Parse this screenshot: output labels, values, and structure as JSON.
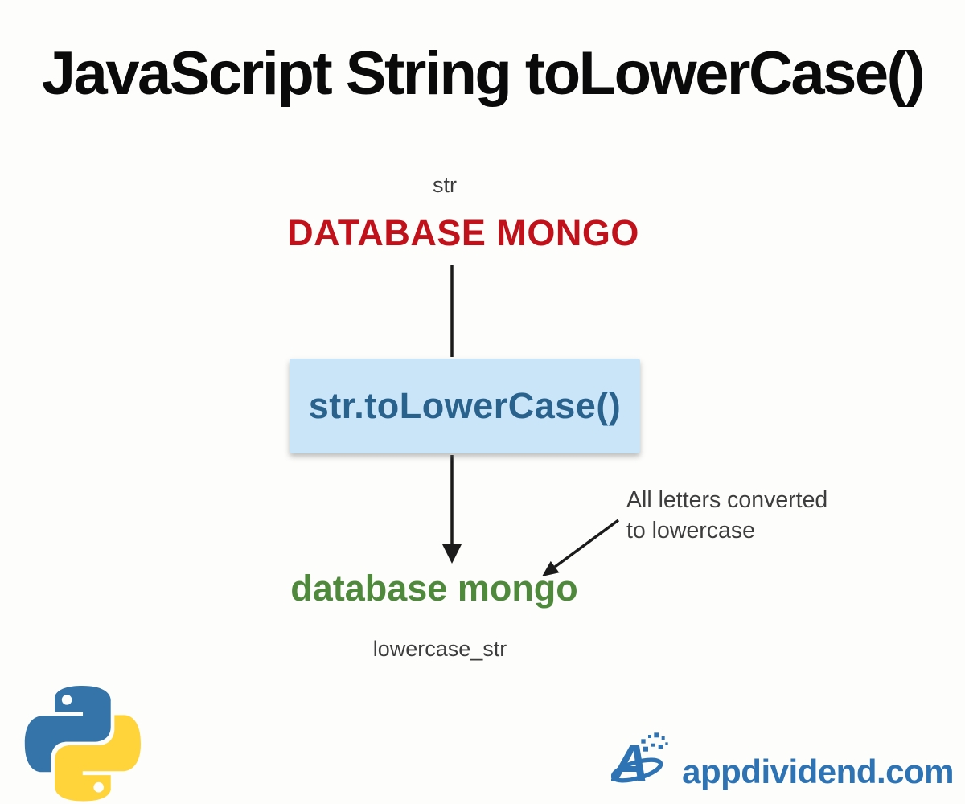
{
  "title": "JavaScript String toLowerCase()",
  "diagram": {
    "input_label": "str",
    "input_value": "DATABASE MONGO",
    "method": "str.toLowerCase()",
    "annotation_line1": "All letters converted",
    "annotation_line2": "to lowercase",
    "output_value": "database mongo",
    "output_label": "lowercase_str"
  },
  "branding": {
    "site": "appdividend.com"
  },
  "icons": {
    "bottom_left": "python-logo",
    "bottom_right": "appdividend-logo"
  },
  "colors": {
    "background": "#fdfdfb",
    "title_text": "#0a0a0a",
    "label_text": "#3d3d3d",
    "input_text": "#c1121c",
    "output_text": "#4f8a3c",
    "method_box_bg": "#c9e5f7",
    "method_box_text": "#29628c",
    "arrow": "#1b1b1b",
    "brand_blue": "#2e74b5",
    "python_blue": "#3574a8",
    "python_yellow": "#ffd43b"
  }
}
